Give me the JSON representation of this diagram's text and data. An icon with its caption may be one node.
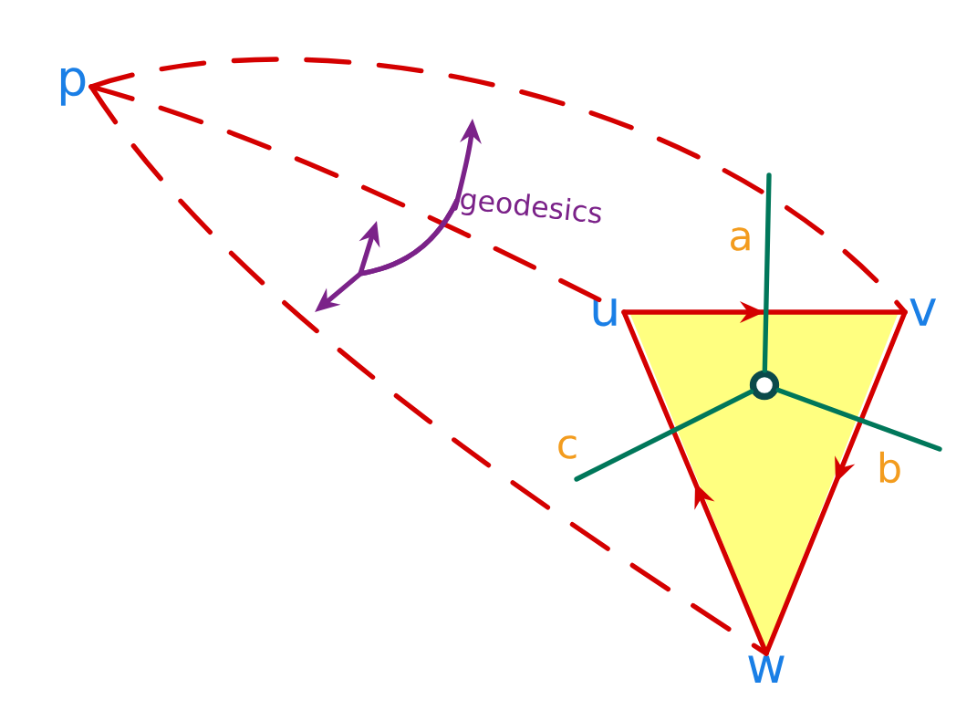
{
  "diagram": {
    "nodes": [
      {
        "text": [
          "p"
        ]
      },
      {
        "text": [
          "u"
        ]
      },
      {
        "text": [
          "v"
        ]
      },
      {
        "text": [
          "w"
        ]
      },
      {
        "text": [],
        "shape": "circle"
      },
      {
        "text": [
          "geodesics"
        ]
      }
    ],
    "edges": [
      {
        "from": 0,
        "to": 1,
        "arrow": "none",
        "style": "dashed"
      },
      {
        "from": 0,
        "to": 2,
        "arrow": "none",
        "style": "dashed"
      },
      {
        "from": 0,
        "to": 3,
        "arrow": "none",
        "style": "dashed"
      },
      {
        "from": 1,
        "to": 2,
        "arrow": "to"
      },
      {
        "from": 2,
        "to": 3,
        "arrow": "to"
      },
      {
        "from": 3,
        "to": 1,
        "arrow": "to"
      },
      {
        "from": 4,
        "to": null,
        "arrow": "none",
        "label": "a",
        "color": "#00775a"
      },
      {
        "from": 4,
        "to": null,
        "arrow": "none",
        "label": "b",
        "color": "#00775a"
      },
      {
        "from": 4,
        "to": null,
        "arrow": "none",
        "label": "c",
        "color": "#00775a"
      },
      {
        "from": 5,
        "to": null,
        "arrow": "to",
        "color": "#7b2289"
      },
      {
        "from": 5,
        "to": null,
        "arrow": "to",
        "color": "#7b2289"
      },
      {
        "from": 5,
        "to": null,
        "arrow": "to",
        "color": "#7b2289"
      }
    ]
  }
}
